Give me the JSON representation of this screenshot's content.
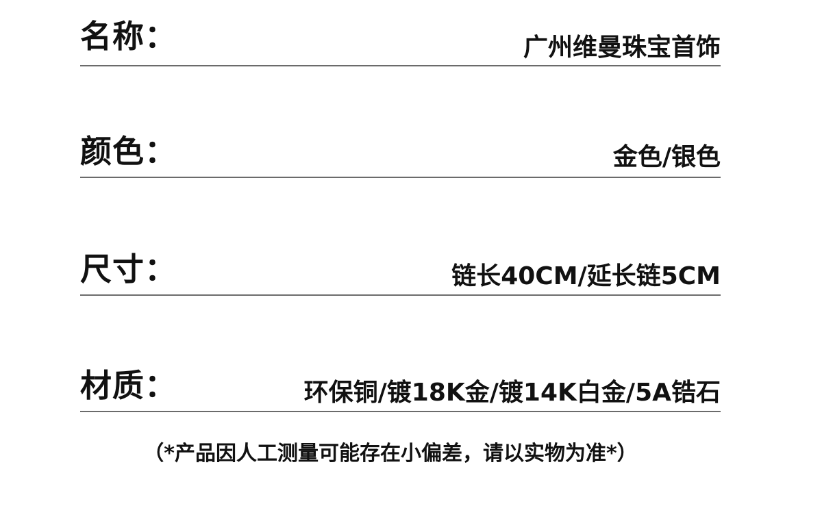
{
  "specs": {
    "name": {
      "label": "名称：",
      "value": "广州维曼珠宝首饰"
    },
    "color": {
      "label": "颜色：",
      "value": "金色/银色"
    },
    "size": {
      "label": "尺寸：",
      "value": "链长40CM/延长链5CM"
    },
    "material": {
      "label": "材质：",
      "value": "环保铜/镀18K金/镀14K白金/5A锆石"
    }
  },
  "disclaimer": "（*产品因人工测量可能存在小偏差，请以实物为准*）",
  "colors": {
    "text": "#111111",
    "divider": "#6b6b6b",
    "background": "#ffffff"
  }
}
